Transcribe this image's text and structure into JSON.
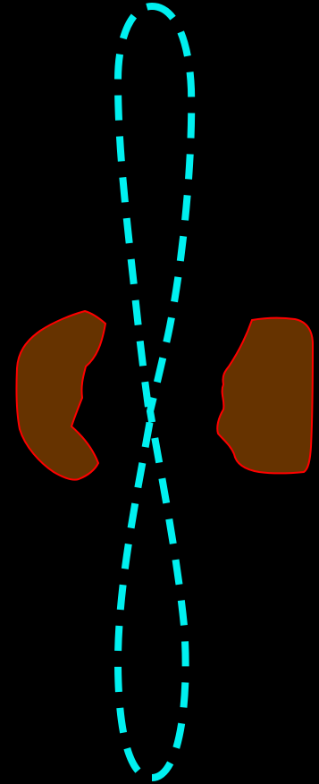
{
  "colors": {
    "background": "#000000",
    "loop_stroke": "#00f0f0",
    "shape_fill": "#663300",
    "shape_stroke": "#ff0000"
  },
  "elements": {
    "loop": "dashed-figure-eight-outline",
    "left_shape": "left-brown-blob",
    "right_shape": "right-brown-blob"
  }
}
